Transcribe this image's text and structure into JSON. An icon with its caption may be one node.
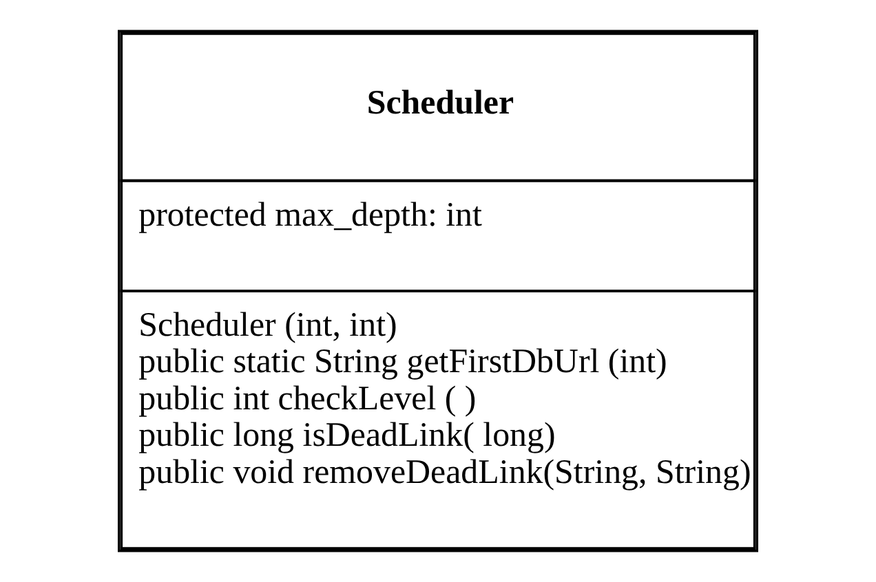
{
  "diagram": {
    "nodes": [
      {
        "text": [
          "Scheduler",
          "protected max_depth: int",
          "Scheduler (int, int)",
          "public static String getFirstDbUrl (int)",
          "public int checkLevel ( )",
          "public long isDeadLink( long)",
          "public void removeDeadLink(String, String)"
        ]
      }
    ],
    "edges": []
  }
}
